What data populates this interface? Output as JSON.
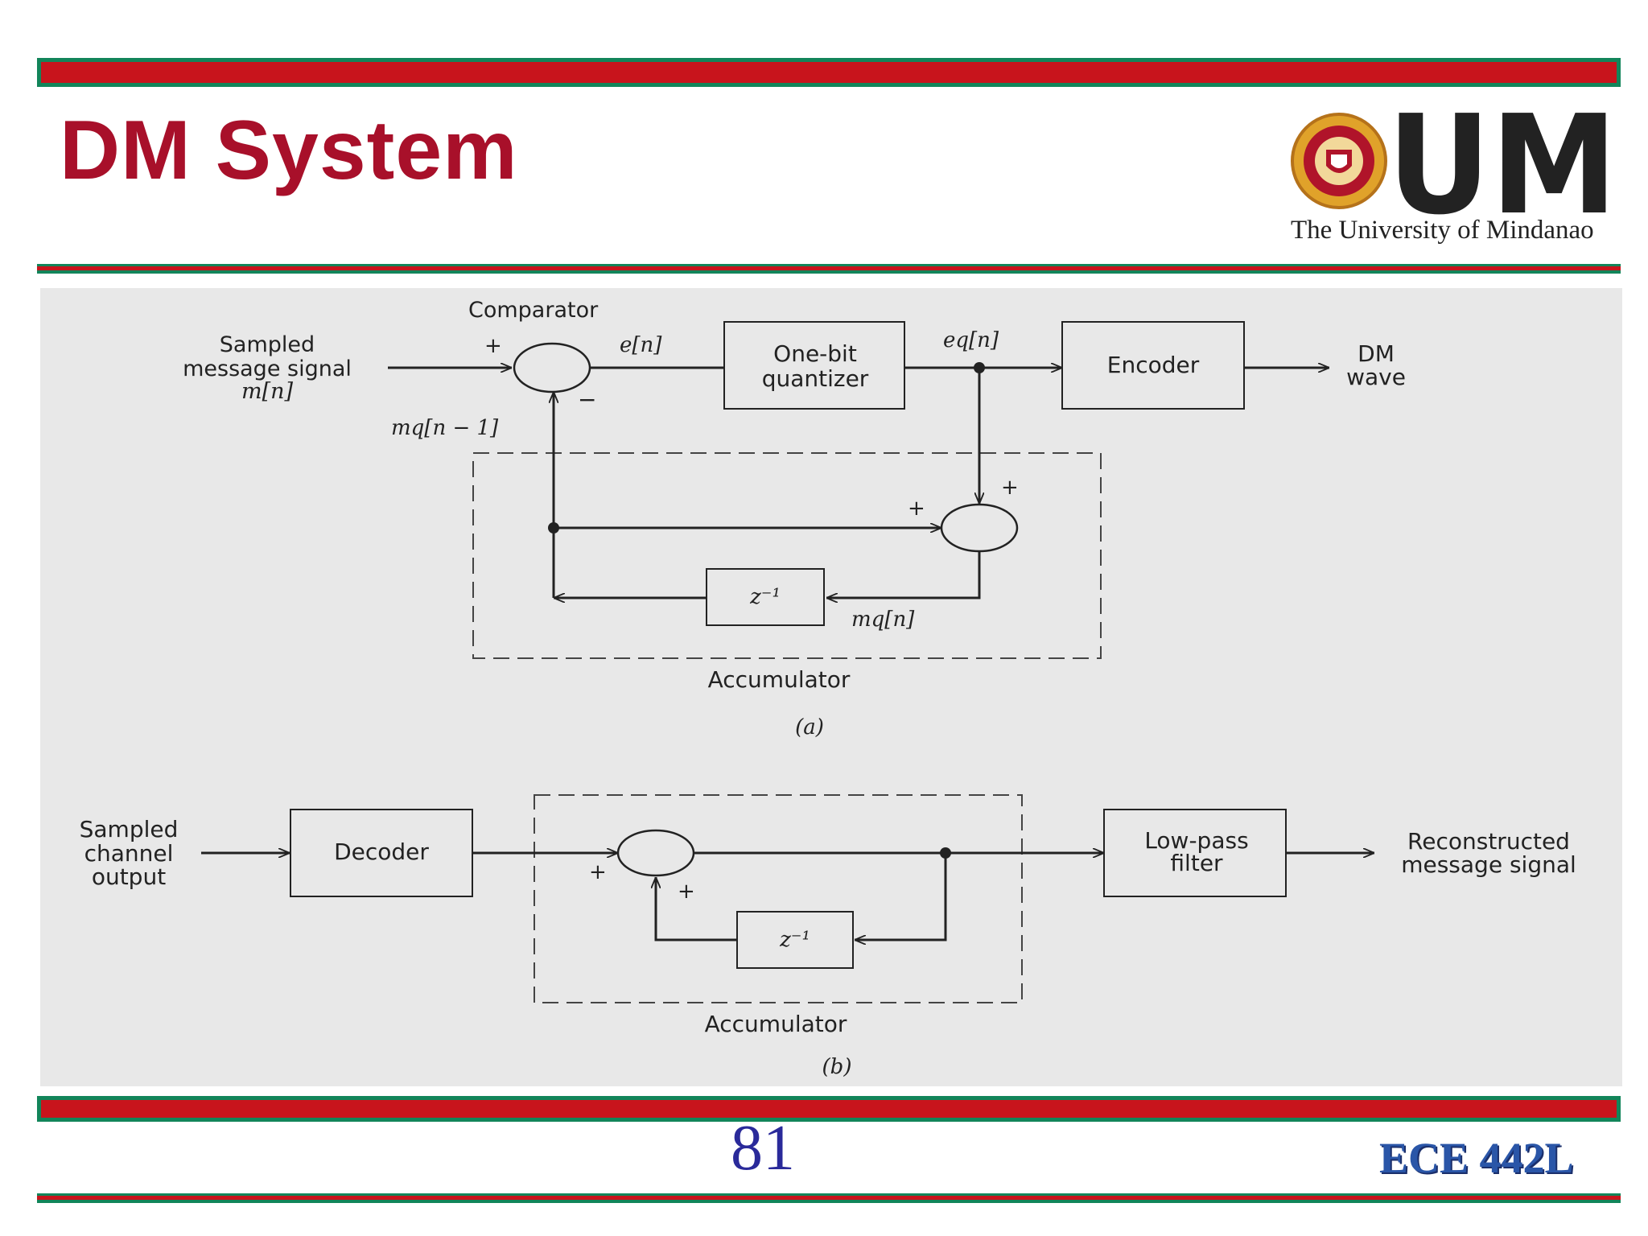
{
  "slide": {
    "title": "DM System",
    "page_number": "81",
    "course": "ECE 442L",
    "colors": {
      "title": "#a8102a",
      "bar_red": "#c8141c",
      "bar_green": "#12855a",
      "page_number": "#2a2a9a"
    }
  },
  "logo": {
    "letters": "UM",
    "caption": "The University of Mindanao"
  },
  "diagram_a": {
    "comparator": "Comparator",
    "input_1": "Sampled",
    "input_2": "message signal",
    "input_3": "m[n]",
    "plus": "+",
    "minus": "−",
    "error": "e[n]",
    "quantizer_1": "One-bit",
    "quantizer_2": "quantizer",
    "eq": "eq[n]",
    "encoder": "Encoder",
    "output_1": "DM",
    "output_2": "wave",
    "feedback": "mq[n − 1]",
    "delay": "z⁻¹",
    "mq": "mq[n]",
    "accumulator": "Accumulator",
    "caption": "(a)"
  },
  "diagram_b": {
    "input_1": "Sampled",
    "input_2": "channel",
    "input_3": "output",
    "decoder": "Decoder",
    "plus": "+",
    "delay": "z⁻¹",
    "accumulator": "Accumulator",
    "lpf_1": "Low-pass",
    "lpf_2": "filter",
    "output_1": "Reconstructed",
    "output_2": "message signal",
    "caption": "(b)"
  }
}
